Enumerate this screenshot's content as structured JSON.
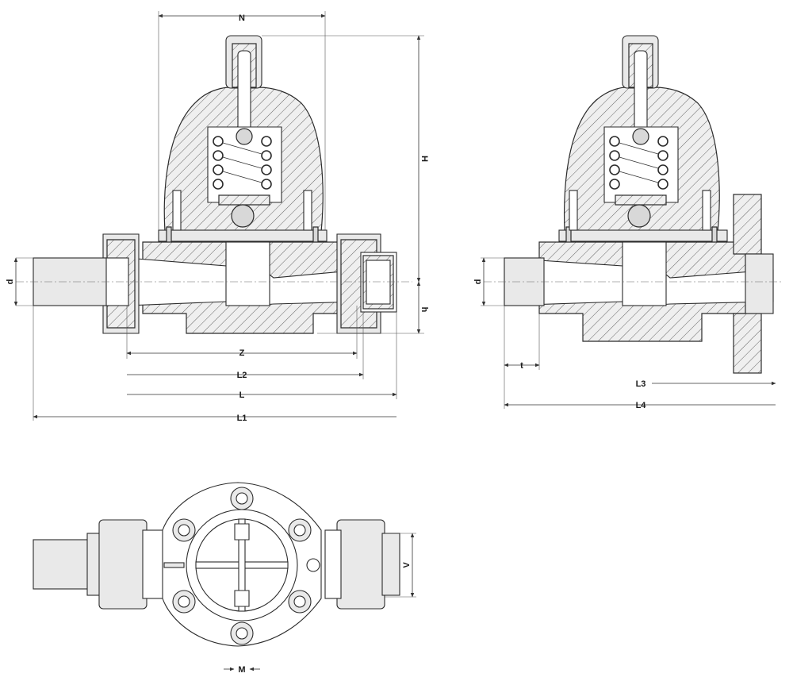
{
  "labels": {
    "N": "N",
    "H": "H",
    "d_left": "d",
    "h": "h",
    "Z": "Z",
    "L2": "L2",
    "L": "L",
    "L1": "L1",
    "d_right": "d",
    "t": "t",
    "L3": "L3",
    "L4": "L4",
    "V": "V",
    "M": "M"
  },
  "colors": {
    "line": "#2b2b2b",
    "hatch": "#555555",
    "fill_light": "#e9e9e9",
    "fill_dark": "#d8d8d8"
  }
}
